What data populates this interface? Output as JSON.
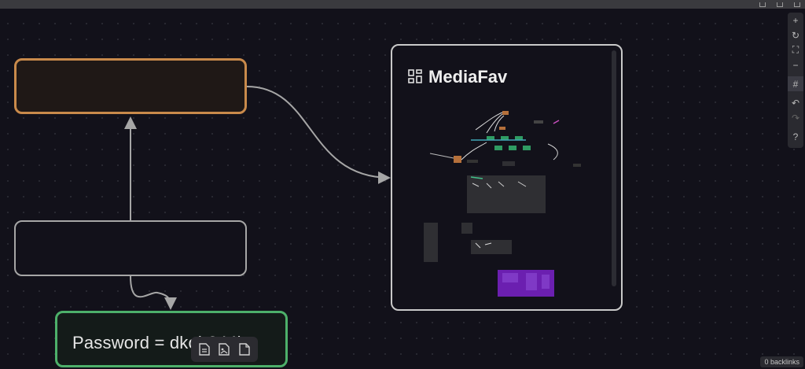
{
  "nodes": {
    "password_text": "Password = dkob344le",
    "media_title": "MediaFav"
  },
  "toolbar": {
    "icons": [
      "file-text-icon",
      "file-image-icon",
      "file-icon"
    ]
  },
  "canvas_controls": [
    "zoom-in-icon",
    "reset-icon",
    "fit-icon",
    "zoom-out-icon",
    "grid-icon",
    "undo-icon",
    "redo-icon",
    "help-icon"
  ],
  "status": {
    "backlinks": "0 backlinks"
  },
  "colors": {
    "orange_node": "#c98a4b",
    "green_node": "#4db06a",
    "white_node": "#a6a6a6",
    "background": "#12111a"
  }
}
